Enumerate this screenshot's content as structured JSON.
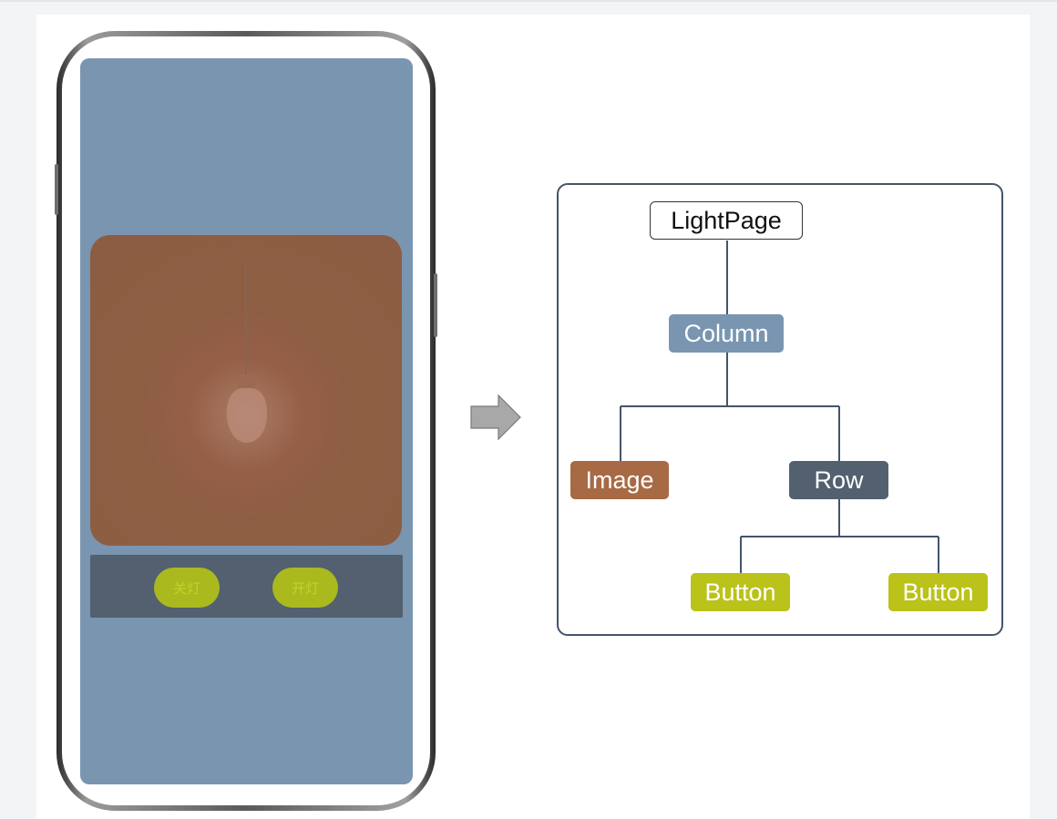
{
  "phone": {
    "buttons": [
      {
        "label": "关灯"
      },
      {
        "label": "开灯"
      }
    ]
  },
  "tree": {
    "nodes": {
      "root": {
        "label": "LightPage",
        "color": "#ffffff"
      },
      "column": {
        "label": "Column",
        "color": "#7995b0"
      },
      "image": {
        "label": "Image",
        "color": "#a76a44"
      },
      "row": {
        "label": "Row",
        "color": "#52606f"
      },
      "button_left": {
        "label": "Button",
        "color": "#bbc21a"
      },
      "button_right": {
        "label": "Button",
        "color": "#bbc21a"
      }
    },
    "line_color": "#44546a"
  }
}
